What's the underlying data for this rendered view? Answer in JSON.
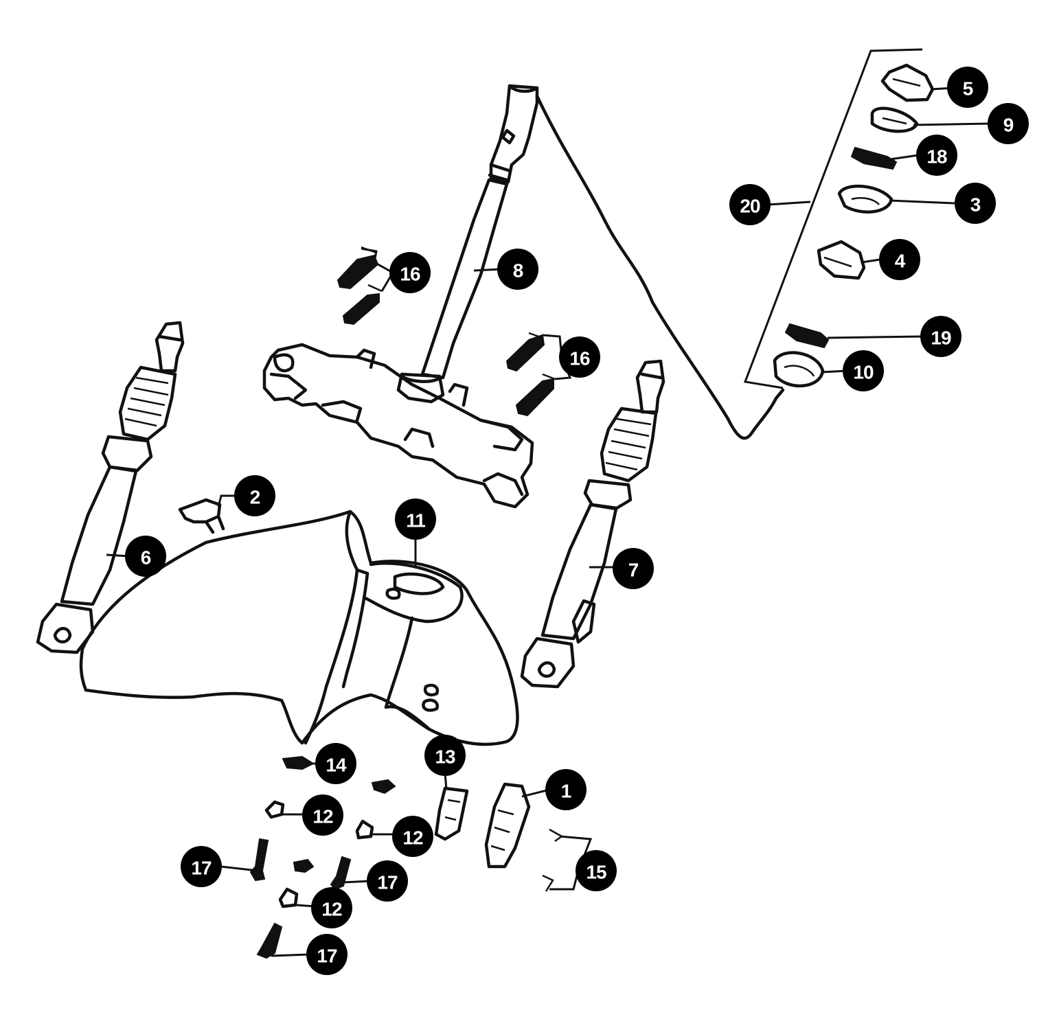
{
  "callouts": [
    {
      "id": "c1",
      "label": "1"
    },
    {
      "id": "c2",
      "label": "2"
    },
    {
      "id": "c3",
      "label": "3"
    },
    {
      "id": "c4",
      "label": "4"
    },
    {
      "id": "c5",
      "label": "5"
    },
    {
      "id": "c6",
      "label": "6"
    },
    {
      "id": "c7",
      "label": "7"
    },
    {
      "id": "c8",
      "label": "8"
    },
    {
      "id": "c9",
      "label": "9"
    },
    {
      "id": "c10",
      "label": "10"
    },
    {
      "id": "c11",
      "label": "11"
    },
    {
      "id": "c12a",
      "label": "12"
    },
    {
      "id": "c12b",
      "label": "12"
    },
    {
      "id": "c12c",
      "label": "12"
    },
    {
      "id": "c13",
      "label": "13"
    },
    {
      "id": "c14",
      "label": "14"
    },
    {
      "id": "c15",
      "label": "15"
    },
    {
      "id": "c16a",
      "label": "16"
    },
    {
      "id": "c16b",
      "label": "16"
    },
    {
      "id": "c17a",
      "label": "17"
    },
    {
      "id": "c17b",
      "label": "17"
    },
    {
      "id": "c17c",
      "label": "17"
    },
    {
      "id": "c18",
      "label": "18"
    },
    {
      "id": "c19",
      "label": "19"
    },
    {
      "id": "c20",
      "label": "20"
    }
  ]
}
